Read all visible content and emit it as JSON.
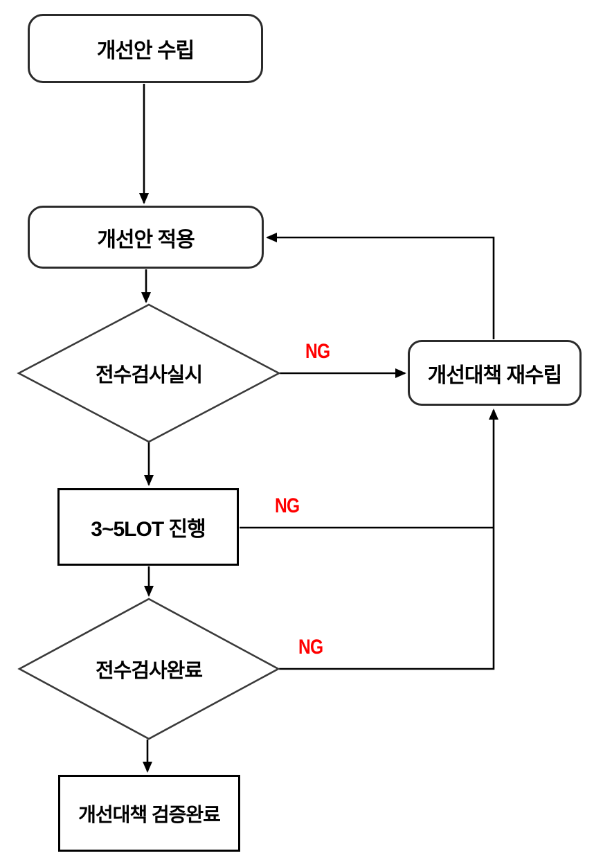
{
  "nodes": {
    "establish": {
      "label": "개선안 수립",
      "type": "rounded"
    },
    "apply": {
      "label": "개선안 적용",
      "type": "rounded"
    },
    "inspect": {
      "label": "전수검사실시",
      "type": "diamond"
    },
    "remeasure": {
      "label": "개선대책 재수립",
      "type": "rounded"
    },
    "lot": {
      "label": "3~5LOT 진행",
      "type": "rect"
    },
    "complete": {
      "label": "전수검사완료",
      "type": "diamond"
    },
    "verified": {
      "label": "개선대책 검증완료",
      "type": "rect"
    }
  },
  "edge_labels": {
    "inspect_ng": "NG",
    "lot_ng": "NG",
    "complete_ng": "NG"
  },
  "colors": {
    "background": "#ffffff",
    "line": "#000000",
    "shape_stroke": "#2b2b2b",
    "diamond_stroke": "#3a3a3a",
    "ng_red": "#ff0000",
    "text": "#000000"
  }
}
